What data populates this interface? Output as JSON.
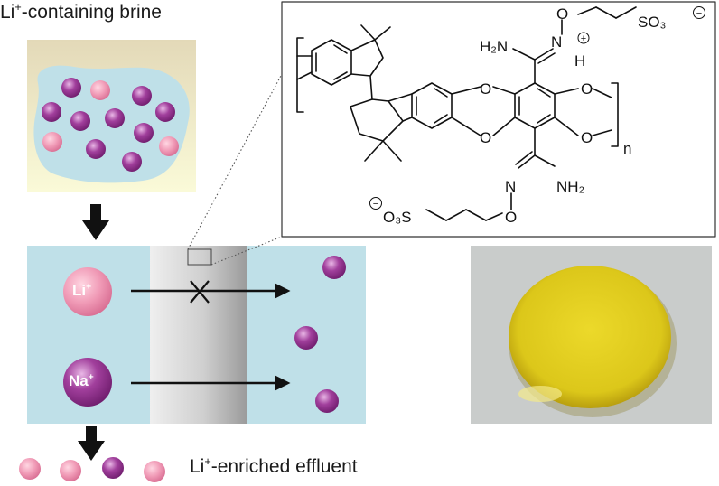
{
  "labels": {
    "brine_prefix": "Li",
    "brine_sup": "+",
    "brine_suffix": "-containing brine",
    "effluent_prefix": "Li",
    "effluent_sup": "+",
    "effluent_suffix": "-enriched effluent",
    "li_ion": "Li",
    "li_ion_sup": "+",
    "na_ion": "Na",
    "na_ion_sup": "+"
  },
  "structure": {
    "nh2_top": "H₂N",
    "n_plus": "N",
    "h_label": "H",
    "o_chain_top": "O",
    "so3_top": "SO₃",
    "o_ring": "O",
    "n_bottom": "N",
    "nh2_bottom": "NH₂",
    "o_chain_bottom": "O",
    "so3_bottom": "O₃S",
    "repeat_n": "n",
    "plus_sign": "+",
    "minus_sign": "−"
  },
  "colors": {
    "brine_fill": "#bfe0e8",
    "channel_fill": "#bfe0e8",
    "lithium_pink": "#ee9ab4",
    "sodium_purple": "#8e2f8a",
    "membrane_gray": "#c8c8c8",
    "film_yellow": "#e4cf1e",
    "photo_background": "#c9cccb"
  }
}
